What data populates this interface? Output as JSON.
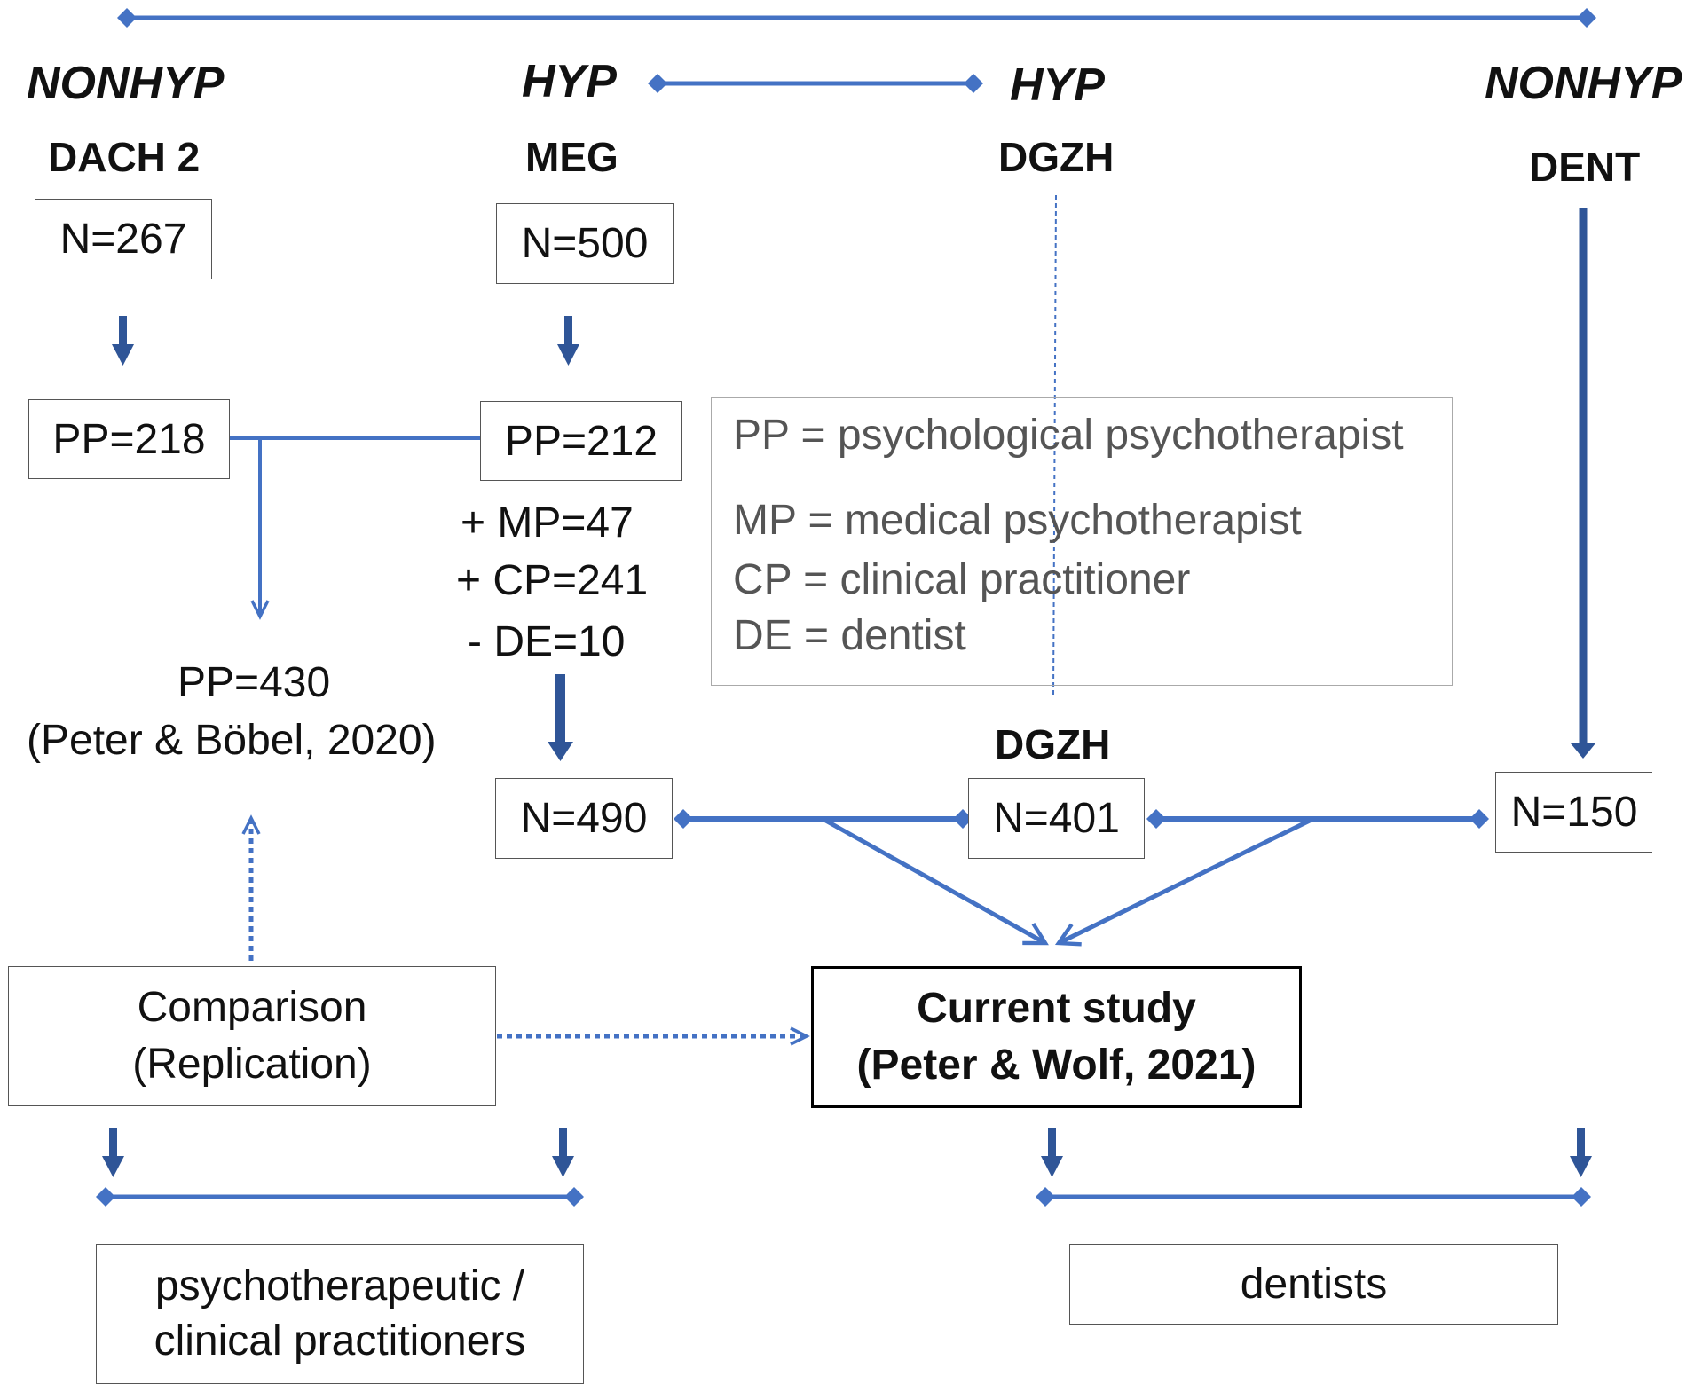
{
  "colors": {
    "flow_line": "#4472c4",
    "down_arrow": "#2f5597",
    "legend_text": "#595959"
  },
  "groups": {
    "left_nonhyp": "NONHYP",
    "meg_hyp": "HYP",
    "dgzh_hyp": "HYP",
    "right_nonhyp": "NONHYP"
  },
  "labels": {
    "dach2": "DACH 2",
    "meg": "MEG",
    "dgzh_top": "DGZH",
    "dent": "DENT",
    "dgzh_mid": "DGZH"
  },
  "boxes": {
    "dach_n": "N=267",
    "meg_n": "N=500",
    "dach_pp": "PP=218",
    "meg_pp": "PP=212",
    "meg_final": "N=490",
    "dgzh_n": "N=401",
    "dent_n": "N=150"
  },
  "adjustments": [
    "+ MP=47",
    "+ CP=241",
    "- DE=10"
  ],
  "pp_total": {
    "value": "PP=430",
    "citation": "(Peter & Böbel, 2020)"
  },
  "legend": [
    "PP = psychological psychotherapist",
    "MP = medical psychotherapist",
    "CP = clinical practitioner",
    "DE = dentist"
  ],
  "comparison": {
    "line1": "Comparison",
    "line2": "(Replication)"
  },
  "current_study": {
    "line1": "Current study",
    "line2": "(Peter & Wolf, 2021)"
  },
  "outcomes": {
    "left_line1": "psychotherapeutic /",
    "left_line2": "clinical practitioners",
    "right": "dentists"
  }
}
